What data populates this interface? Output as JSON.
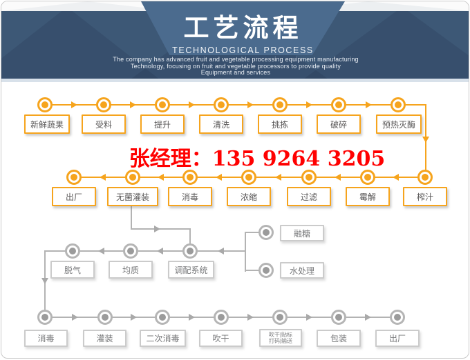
{
  "header": {
    "title": "工艺流程",
    "subtitle": "TECHNOLOGICAL PROCESS",
    "description_lines": [
      "The company has advanced fruit and vegetable processing equipment manufacturing",
      "Technology, focusing on fruit and vegetable processors to provide quality",
      "Equipment and services"
    ]
  },
  "contact": {
    "text": "张经理：135 9264 3205"
  },
  "colors": {
    "accent_orange": "#F6A41D",
    "line_gray": "#B3B3B3",
    "band_navy": "#3D5876",
    "banner_blue": "#4B6B8E",
    "contact_red": "#FF0000"
  },
  "flow": {
    "row1": {
      "direction": "right",
      "nodes": [
        {
          "label": "新鲜蔬果"
        },
        {
          "label": "受料"
        },
        {
          "label": "提升"
        },
        {
          "label": "清洗"
        },
        {
          "label": "挑拣"
        },
        {
          "label": "破碎"
        },
        {
          "label": "预热灭酶"
        }
      ]
    },
    "row2": {
      "direction": "left",
      "nodes": [
        {
          "label": "出厂"
        },
        {
          "label": "无菌灌装"
        },
        {
          "label": "消毒"
        },
        {
          "label": "浓缩"
        },
        {
          "label": "过滤"
        },
        {
          "label": "霉解"
        },
        {
          "label": "榨汁"
        }
      ]
    },
    "row3": {
      "direction": "left",
      "nodes": [
        {
          "label": "脱气"
        },
        {
          "label": "均质"
        },
        {
          "label": "调配系统"
        }
      ]
    },
    "branch": {
      "nodes": [
        {
          "label": "融糖"
        },
        {
          "label": "水处理"
        }
      ]
    },
    "row4": {
      "direction": "right",
      "nodes": [
        {
          "label": "消毒"
        },
        {
          "label": "灌装"
        },
        {
          "label": "二次消毒"
        },
        {
          "label": "吹干"
        },
        {
          "line1": "吹干|贴标",
          "line2": "打码|输送"
        },
        {
          "label": "包装"
        },
        {
          "label": "出厂"
        }
      ]
    }
  }
}
